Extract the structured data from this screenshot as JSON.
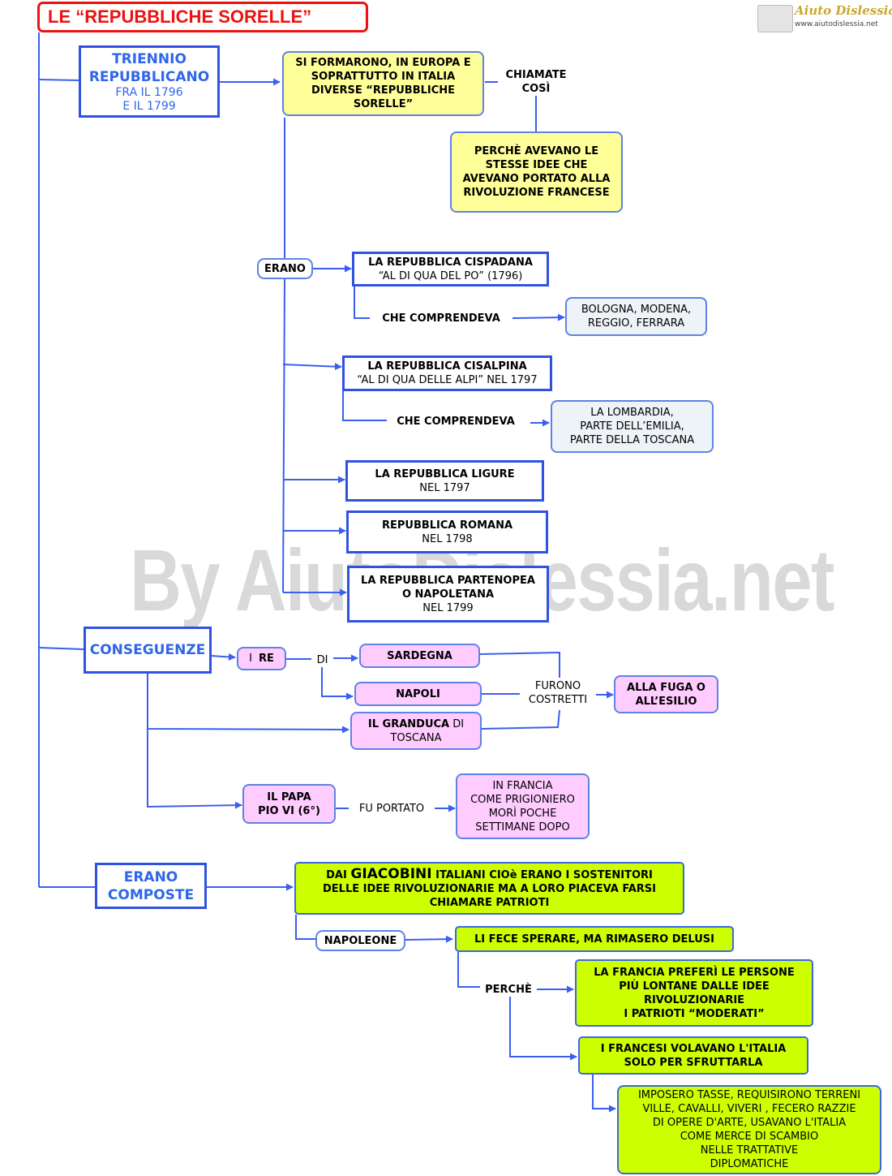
{
  "title": "LE “REPUBBLICHE SORELLE”",
  "watermark": "By AiutoDislessia.net",
  "logo": {
    "name": "Aiuto Dislessia",
    "url": "www.aiutodislessia.net"
  },
  "triennio": {
    "title": "TRIENNIO REPUBBLICANO",
    "sub1": "FRA IL 1796",
    "sub2": "E IL 1799"
  },
  "formarono": "SI FORMARONO, IN EUROPA E SOPRATTUTTO IN ITALIA DIVERSE “REPUBBLICHE SORELLE”",
  "chiamate": {
    "line1": "CHIAMATE",
    "line2": "COSÌ"
  },
  "perche_idee": "PERCHÈ AVEVANO LE STESSE IDEE CHE AVEVANO PORTATO ALLA RIVOLUZIONE FRANCESE",
  "erano": "ERANO",
  "cispadana": {
    "title": "LA REPUBBLICA CISPADANA",
    "sub": "“AL DI QUA  DEL PO” (1796)"
  },
  "comprendeva1": "CHE COMPRENDEVA",
  "cispadana_cities": "BOLOGNA, MODENA, REGGIO, FERRARA",
  "cisalpina": {
    "title": "LA REPUBBLICA CISALPINA",
    "sub": "“AL DI QUA DELLE ALPI” NEL 1797"
  },
  "comprendeva2": "CHE COMPRENDEVA",
  "cisalpina_regions": {
    "line1": "LA LOMBARDIA,",
    "line2": "PARTE DELL’EMILIA,",
    "line3": "PARTE DELLA TOSCANA"
  },
  "ligure": {
    "title": "LA REPUBBLICA LIGURE",
    "sub": "NEL 1797"
  },
  "romana": {
    "title": "REPUBBLICA ROMANA",
    "sub": "NEL 1798"
  },
  "partenopea": {
    "line1": "LA REPUBBLICA PARTENOPEA",
    "line2": "O  NAPOLETANA",
    "sub": "NEL 1799"
  },
  "conseguenze": "CONSEGUENZE",
  "i_re": {
    "article": "I",
    "word": "RE"
  },
  "di": "DI",
  "sardegna": "SARDEGNA",
  "napoli": "NAPOLI",
  "granduca": {
    "bold": "IL GRANDUCA",
    "rest": "DI",
    "line2": "TOSCANA"
  },
  "furono": {
    "line1": "FURONO",
    "line2": "COSTRETTI"
  },
  "fuga": {
    "line1": "ALLA FUGA O",
    "line2": "ALL’ESILIO"
  },
  "papa": {
    "line1": "IL PAPA",
    "line2": "PIO  VI (6°)"
  },
  "fu_portato": "FU PORTATO",
  "francia_prig": {
    "line1": "IN FRANCIA",
    "line2": "COME PRIGIONIERO",
    "line3": "MORÌ POCHE",
    "line4": "SETTIMANE DOPO"
  },
  "erano_composte": {
    "line1": "ERANO",
    "line2": "COMPOSTE"
  },
  "giacobini": {
    "pre": "DAI",
    "big": "GIACOBINI",
    "post": "ITALIANI CIOè ERANO I SOSTENITORI",
    "line2": "DELLE IDEE RIVOLUZIONARIE MA A LORO PIACEVA FARSI",
    "line3": "CHIAMARE PATRIOTI"
  },
  "napoleone": "NAPOLEONE",
  "delusi": "LI FECE SPERARE, MA RIMASERO DELUSI",
  "perche": "PERCHÈ",
  "preferi": {
    "line1": "LA FRANCIA PREFERÌ  LE PERSONE",
    "line2": "PIÙ LONTANE DALLE IDEE",
    "line3": "RIVOLUZIONARIE",
    "line4": "I PATRIOTI  “MODERATI”"
  },
  "sfruttarla": {
    "line1": "I FRANCESI  VOLAVANO L'ITALIA",
    "line2": "SOLO PER SFRUTTARLA"
  },
  "tasse": {
    "line1": "IMPOSERO TASSE, REQUISIRONO TERRENI",
    "line2": "VILLE, CAVALLI, VIVERI , FECERO RAZZIE",
    "line3": "DI OPERE D'ARTE, USAVANO L'ITALIA",
    "line4": "COME MERCE DI SCAMBIO",
    "line5": "NELLE TRATTATIVE",
    "line6": "DIPLOMATICHE"
  },
  "colors": {
    "line": "#3b5ff0",
    "title_red": "#ee1111",
    "yellow": "#ffff99",
    "pink": "#ffccff",
    "green": "#ccff00",
    "blue_text": "#2f66e8"
  }
}
